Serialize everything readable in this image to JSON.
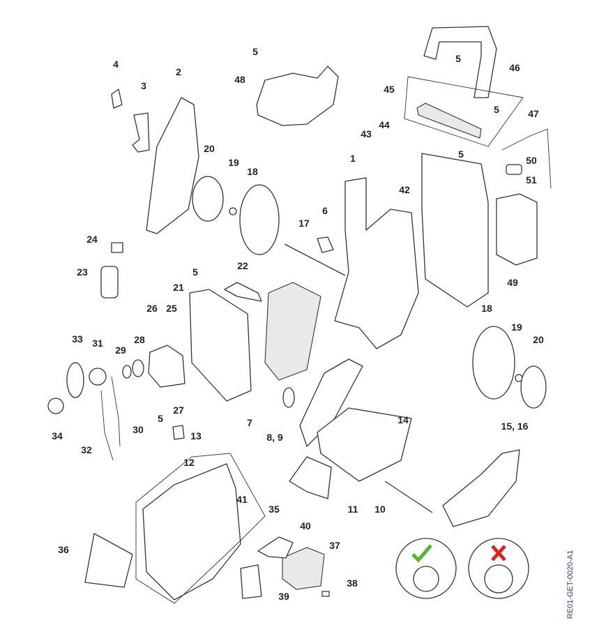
{
  "drawing_code": "RE01-GET-0020-A1",
  "callouts": [
    "5",
    "48",
    "4",
    "3",
    "2",
    "20",
    "19",
    "18",
    "1",
    "46",
    "5",
    "45",
    "5",
    "47",
    "44",
    "43",
    "5",
    "50",
    "51",
    "42",
    "6",
    "17",
    "24",
    "23",
    "5",
    "22",
    "21",
    "26",
    "25",
    "49",
    "18",
    "19",
    "20",
    "33",
    "31",
    "29",
    "28",
    "27",
    "5",
    "7",
    "14",
    "15, 16",
    "8, 9",
    "30",
    "13",
    "34",
    "32",
    "12",
    "41",
    "35",
    "11",
    "10",
    "40",
    "36",
    "37",
    "38",
    "39"
  ],
  "hint_icons": {
    "correct": "green-check-icon",
    "incorrect": "red-cross-icon"
  },
  "colors": {
    "correct": "#4cbb2a",
    "incorrect": "#e02020",
    "code_text": "#4b2a7a"
  }
}
